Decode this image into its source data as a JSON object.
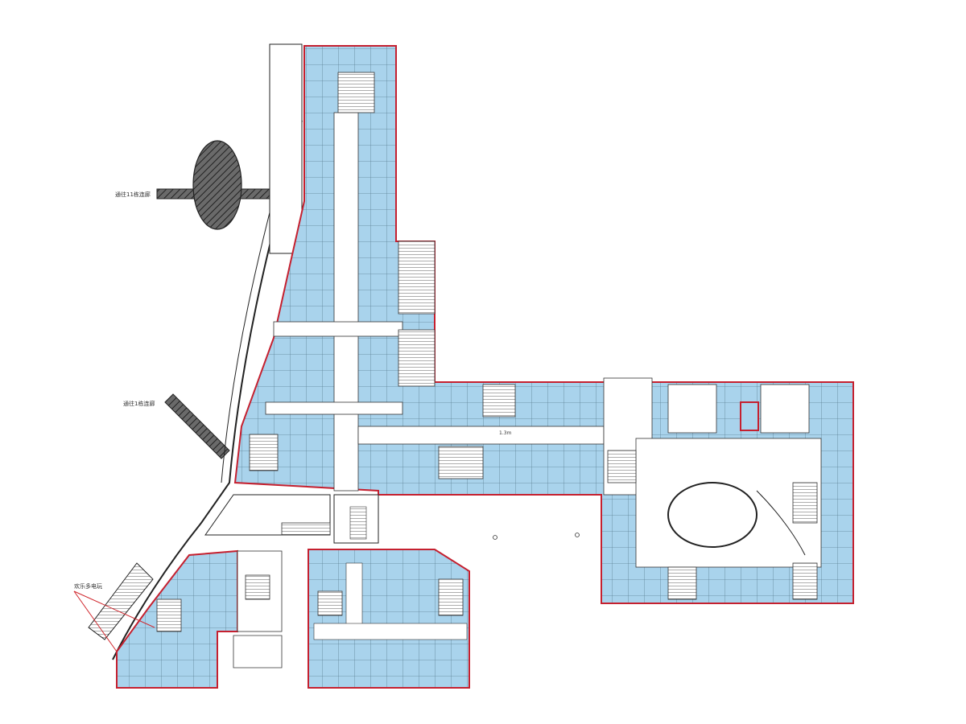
{
  "labels": {
    "corridor_a": "通往11栋连廊",
    "corridor_b": "通往1栋连廊",
    "entertainment": "欢乐多电玩",
    "corridor_width": "1.3m"
  },
  "colors": {
    "shop_fill": "#a9d3ec",
    "shop_border": "#5b7f94",
    "outline": "#c5202f",
    "walls": "#222222",
    "hatch": "#444444",
    "leader": "#d0282e"
  }
}
